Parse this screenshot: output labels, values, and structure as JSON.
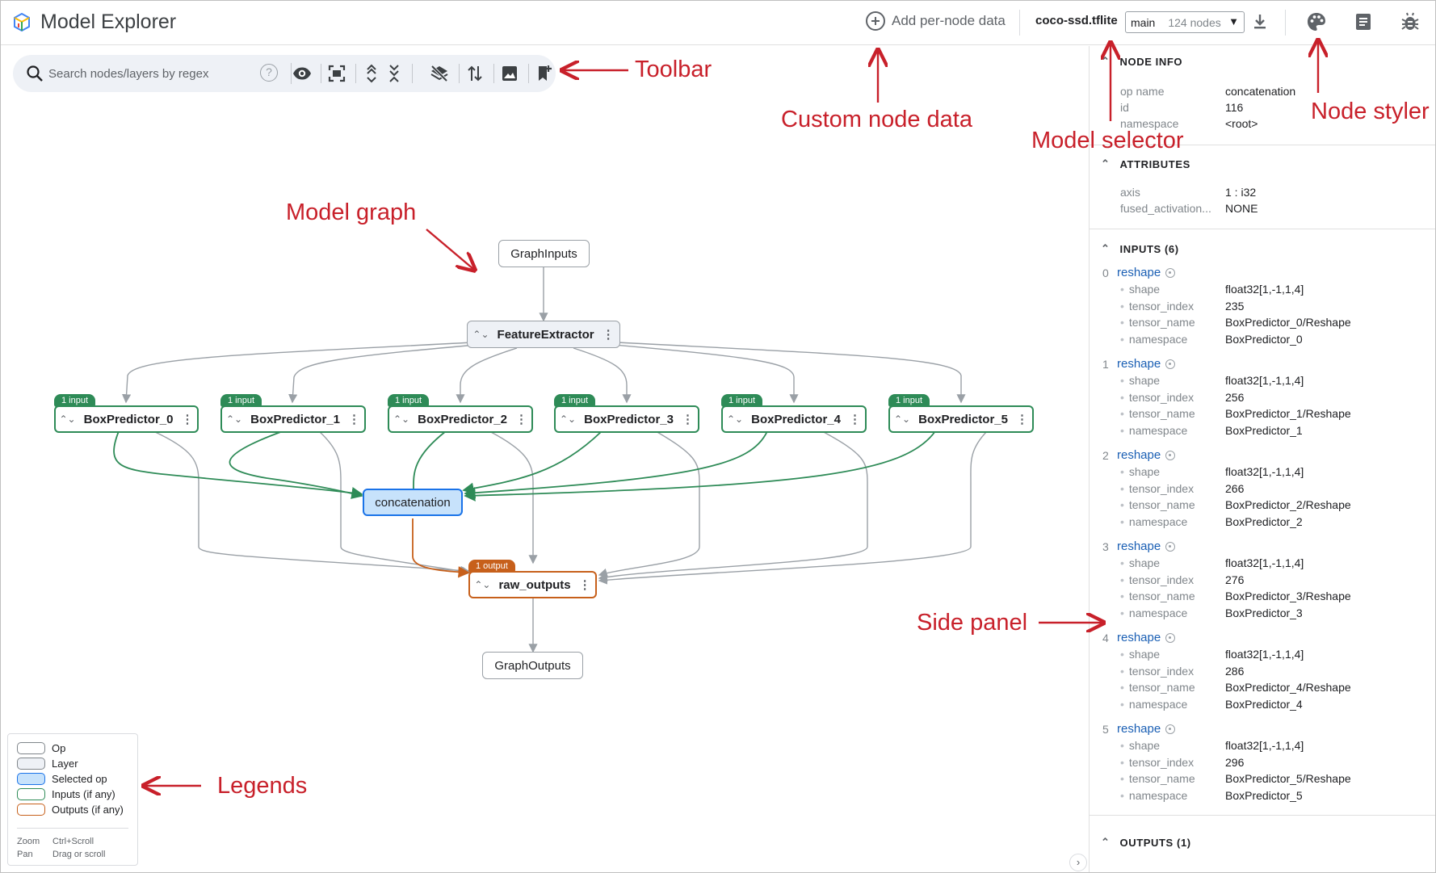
{
  "header": {
    "title": "Model Explorer",
    "add_data_label": "Add per-node data",
    "model_file": "coco-ssd.tflite",
    "subgraph": "main",
    "node_count": "124 nodes"
  },
  "toolbar": {
    "search_placeholder": "Search nodes/layers by regex",
    "help_label": "?",
    "buttons": [
      "eye-icon",
      "fit-screen-icon",
      "expand-all-icon",
      "collapse-all-icon",
      "hide-layers-icon",
      "sort-icon",
      "screenshot-icon",
      "bookmark-icon"
    ]
  },
  "graph": {
    "graph_inputs": "GraphInputs",
    "feature_extractor": "FeatureExtractor",
    "box_predictors": [
      "BoxPredictor_0",
      "BoxPredictor_1",
      "BoxPredictor_2",
      "BoxPredictor_3",
      "BoxPredictor_4",
      "BoxPredictor_5"
    ],
    "input_badge": "1 input",
    "concatenation": "concatenation",
    "output_badge": "1 output",
    "raw_outputs": "raw_outputs",
    "graph_outputs": "GraphOutputs"
  },
  "legend": {
    "items": [
      {
        "label": "Op"
      },
      {
        "label": "Layer"
      },
      {
        "label": "Selected op"
      },
      {
        "label": "Inputs (if any)"
      },
      {
        "label": "Outputs (if any)"
      }
    ],
    "hints": [
      {
        "action": "Zoom",
        "keys": "Ctrl+Scroll"
      },
      {
        "action": "Pan",
        "keys": "Drag or scroll"
      }
    ]
  },
  "side_panel": {
    "node_info": {
      "title": "NODE INFO",
      "rows": [
        {
          "key": "op name",
          "value": "concatenation"
        },
        {
          "key": "id",
          "value": "116"
        },
        {
          "key": "namespace",
          "value": "<root>"
        }
      ]
    },
    "attributes": {
      "title": "ATTRIBUTES",
      "rows": [
        {
          "key": "axis",
          "value": "1 : i32"
        },
        {
          "key": "fused_activation...",
          "value": "NONE"
        }
      ]
    },
    "inputs": {
      "title": "INPUTS (6)",
      "field_keys": [
        "shape",
        "tensor_index",
        "tensor_name",
        "namespace"
      ],
      "items": [
        {
          "index": "0",
          "name": "reshape",
          "shape": "float32[1,-1,1,4]",
          "tensor_index": "235",
          "tensor_name": "BoxPredictor_0/Reshape",
          "namespace": "BoxPredictor_0"
        },
        {
          "index": "1",
          "name": "reshape",
          "shape": "float32[1,-1,1,4]",
          "tensor_index": "256",
          "tensor_name": "BoxPredictor_1/Reshape",
          "namespace": "BoxPredictor_1"
        },
        {
          "index": "2",
          "name": "reshape",
          "shape": "float32[1,-1,1,4]",
          "tensor_index": "266",
          "tensor_name": "BoxPredictor_2/Reshape",
          "namespace": "BoxPredictor_2"
        },
        {
          "index": "3",
          "name": "reshape",
          "shape": "float32[1,-1,1,4]",
          "tensor_index": "276",
          "tensor_name": "BoxPredictor_3/Reshape",
          "namespace": "BoxPredictor_3"
        },
        {
          "index": "4",
          "name": "reshape",
          "shape": "float32[1,-1,1,4]",
          "tensor_index": "286",
          "tensor_name": "BoxPredictor_4/Reshape",
          "namespace": "BoxPredictor_4"
        },
        {
          "index": "5",
          "name": "reshape",
          "shape": "float32[1,-1,1,4]",
          "tensor_index": "296",
          "tensor_name": "BoxPredictor_5/Reshape",
          "namespace": "BoxPredictor_5"
        }
      ]
    },
    "outputs": {
      "title": "OUTPUTS (1)"
    }
  },
  "annotations": {
    "toolbar": "Toolbar",
    "custom_node_data": "Custom node data",
    "model_selector": "Model selector",
    "node_styler": "Node styler",
    "model_graph": "Model graph",
    "side_panel": "Side panel",
    "legends": "Legends"
  },
  "colors": {
    "annotation": "#c8202a",
    "input_edge": "#2e8b57",
    "output_edge": "#c7601b",
    "selected_fill": "#c7e2fb",
    "selected_border": "#1a73e8",
    "link": "#1a5fb4"
  }
}
